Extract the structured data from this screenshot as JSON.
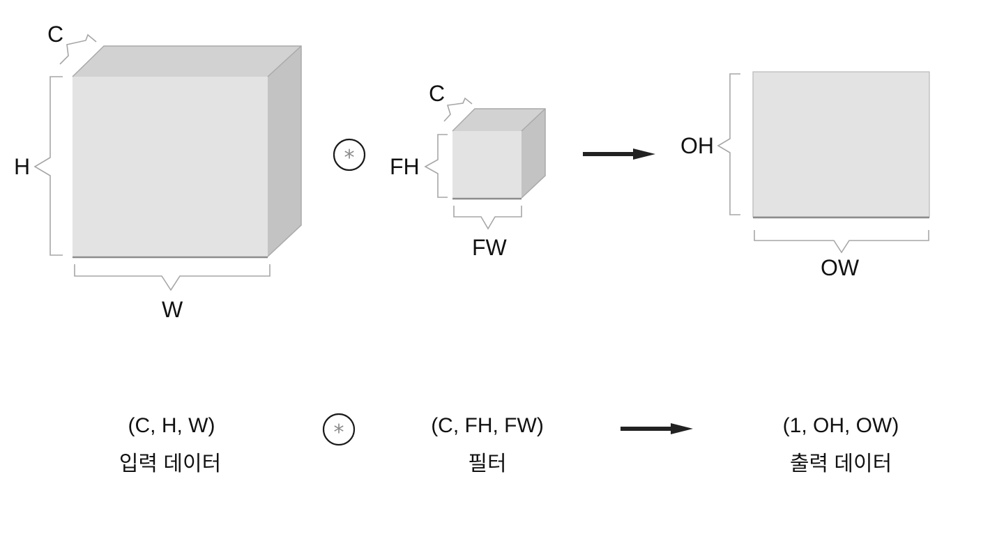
{
  "input_block": {
    "channel_label": "C",
    "height_label": "H",
    "width_label": "W",
    "shape": "(C, H, W)",
    "caption": "입력 데이터"
  },
  "operator": {
    "symbol": "*"
  },
  "filter_block": {
    "channel_label": "C",
    "height_label": "FH",
    "width_label": "FW",
    "shape": "(C, FH, FW)",
    "caption": "필터"
  },
  "output_block": {
    "height_label": "OH",
    "width_label": "OW",
    "shape": "(1, OH, OW)",
    "caption": "출력 데이터"
  },
  "colors": {
    "front_face": "#e3e3e3",
    "top_face": "#d2d2d2",
    "side_face": "#c3c3c3",
    "bracket": "#a6a6a6",
    "arrow": "#222222"
  }
}
